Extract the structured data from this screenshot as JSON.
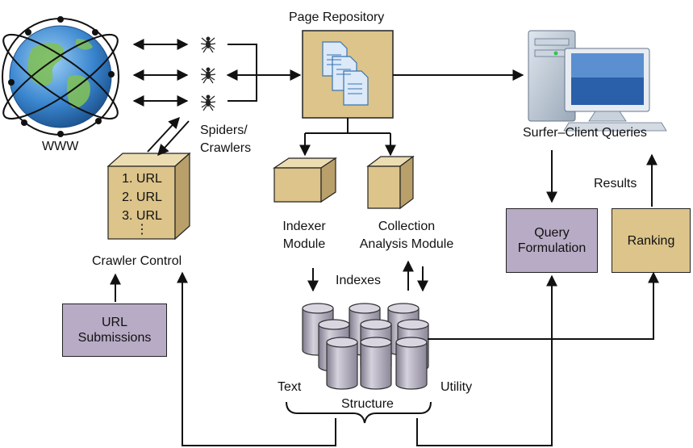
{
  "labels": {
    "page_repository": "Page Repository",
    "www": "WWW",
    "spiders_line1": "Spiders/",
    "spiders_line2": "Crawlers",
    "surfer_queries": "Surfer–Client Queries",
    "results": "Results",
    "crawler_control": "Crawler Control",
    "indexer_line1": "Indexer",
    "indexer_line2": "Module",
    "collection_line1": "Collection",
    "collection_line2": "Analysis Module",
    "indexes": "Indexes",
    "text": "Text",
    "structure": "Structure",
    "utility": "Utility"
  },
  "url_list": {
    "item1": "1. URL",
    "item2": "2. URL",
    "item3": "3. URL",
    "more": "⋮"
  },
  "boxes": {
    "url_submissions_line1": "URL",
    "url_submissions_line2": "Submissions",
    "query_formulation_line1": "Query",
    "query_formulation_line2": "Formulation",
    "ranking": "Ranking"
  },
  "colors": {
    "tan": "#dcc48a",
    "tan_dark": "#b9a06a",
    "tan_light": "#ecdcb2",
    "purple": "#b8abc5",
    "purple_dark": "#8f8299",
    "globe_blue": "#2f7fc8",
    "land_green": "#7fbf5a",
    "cylinder": "#a9a6b5"
  }
}
